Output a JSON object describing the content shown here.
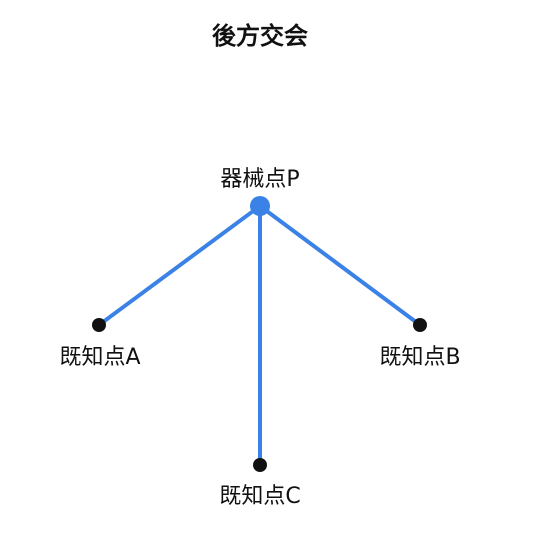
{
  "title": "後方交会",
  "colors": {
    "ray": "#3b82e6",
    "instrument_point": "#3b82e6",
    "known_point": "#111111",
    "text": "#111111"
  },
  "instrument_point": {
    "label": "器械点P"
  },
  "known_points": [
    {
      "id": "A",
      "label": "既知点A"
    },
    {
      "id": "B",
      "label": "既知点B"
    },
    {
      "id": "C",
      "label": "既知点C"
    }
  ]
}
